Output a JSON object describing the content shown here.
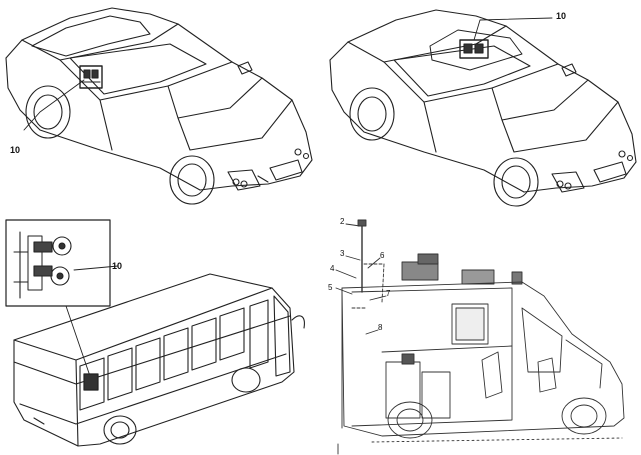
{
  "figures": [
    {
      "id": "sedan-side-mount",
      "labels": [
        {
          "text": "10"
        }
      ]
    },
    {
      "id": "sedan-roof-mount",
      "labels": [
        {
          "text": "10"
        }
      ]
    },
    {
      "id": "bus-window-mount",
      "labels": [
        {
          "text": "10"
        }
      ]
    },
    {
      "id": "van-cutaway",
      "labels": [
        {
          "text": "2"
        },
        {
          "text": "3"
        },
        {
          "text": "4"
        },
        {
          "text": "5"
        },
        {
          "text": "6"
        },
        {
          "text": "7"
        },
        {
          "text": "8"
        }
      ]
    }
  ]
}
